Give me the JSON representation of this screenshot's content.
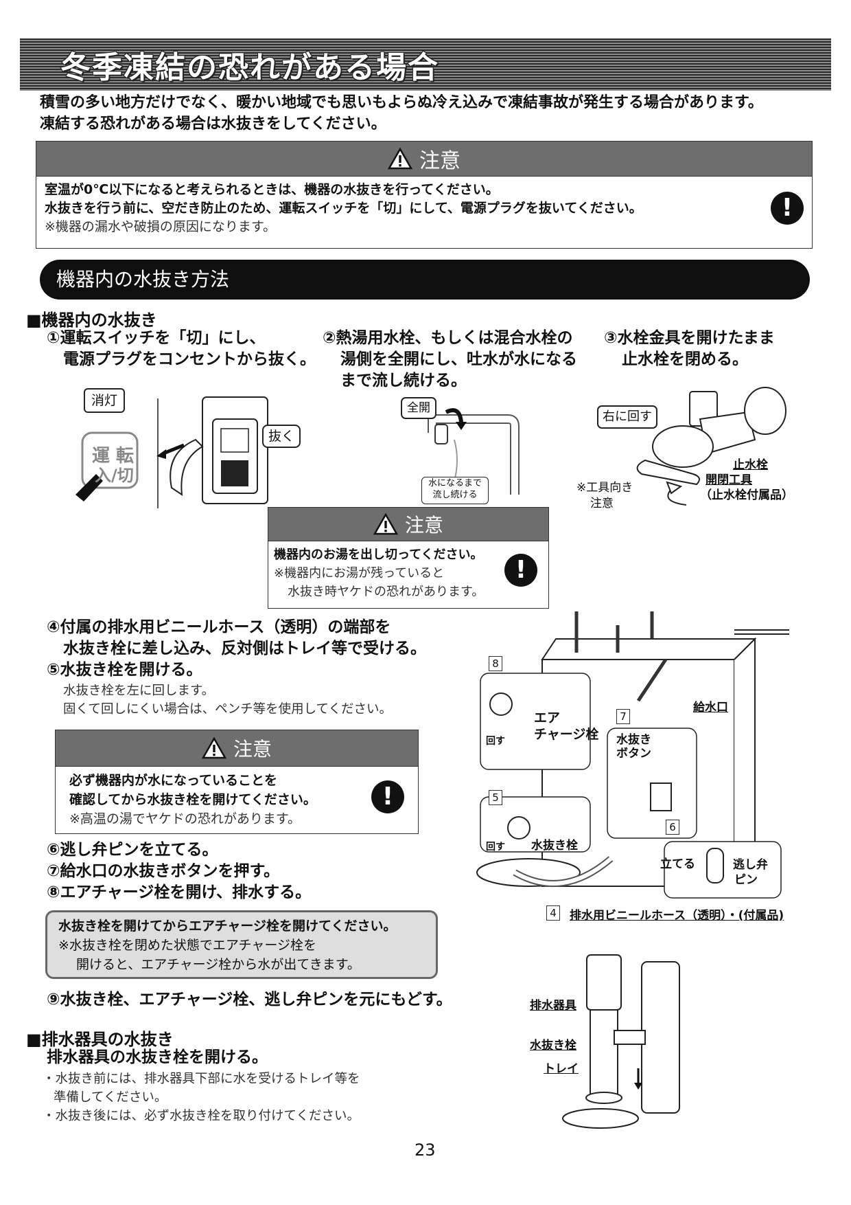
{
  "header": {
    "title": "冬季凍結の恐れがある場合"
  },
  "intro": {
    "line1": "積雪の多い地方だけでなく、暖かい地域でも思いもよらぬ冷え込みで凍結事故が発生する場合があります。",
    "line2": "凍結する恐れがある場合は水抜きをしてください。"
  },
  "caution_main": {
    "heading": "注意",
    "line1": "室温が0℃以下になると考えられるときは、機器の水抜きを行ってください。",
    "line2": "水抜きを行う前に、空だき防止のため、運転スイッチを「切」にして、電源プラグを抜いてください。",
    "line3": "※機器の漏水や破損の原因になります。"
  },
  "section": {
    "title": "機器内の水抜き方法"
  },
  "device_drain": {
    "heading": "■機器内の水抜き",
    "step1_l1": "①運転スイッチを「切」にし、",
    "step1_l2": "電源プラグをコンセントから抜く。",
    "step2_l1": "②熱湯用水栓、もしくは混合水栓の",
    "step2_l2": "湯側を全開にし、吐水が水になる",
    "step2_l3": "まで流し続ける。",
    "step3_l1": "③水栓金具を開けたまま",
    "step3_l2": "止水栓を閉める。"
  },
  "fig1": {
    "off_label": "消灯",
    "switch_l1": "運 転",
    "switch_l2": "入/切",
    "unplug_label": "抜く"
  },
  "fig2": {
    "open_label": "全開",
    "note_l1": "水になるまで",
    "note_l2": "流し続ける"
  },
  "fig3": {
    "turn_right": "右に回す",
    "tool_note_l1": "※工具向き",
    "tool_note_l2": "注意",
    "stopcock": "止水栓",
    "tool_l1": "開閉工具",
    "tool_l2": "（止水栓付属品）"
  },
  "caution2": {
    "heading": "注意",
    "line1": "機器内のお湯を出し切ってください。",
    "line2": "※機器内にお湯が残っていると",
    "line3": "水抜き時ヤケドの恐れがあります。"
  },
  "steps_mid": {
    "step4_l1": "④付属の排水用ビニールホース（透明）の端部を",
    "step4_l2": "水抜き栓に差し込み、反対側はトレイ等で受ける。",
    "step5": "⑤水抜き栓を開ける。",
    "step5_sub1": "水抜き栓を左に回します。",
    "step5_sub2": "固くて回しにくい場合は、ペンチ等を使用してください。"
  },
  "caution3": {
    "heading": "注意",
    "line1": "必ず機器内が水になっていることを",
    "line2": "確認してから水抜き栓を開けてください。",
    "line3": "※高温の湯でヤケドの恐れがあります。"
  },
  "steps_late": {
    "step6": "⑥逃し弁ピンを立てる。",
    "step7": "⑦給水口の水抜きボタンを押す。",
    "step8": "⑧エアチャージ栓を開け、排水する。",
    "step9": "⑨水抜き栓、エアチャージ栓、逃し弁ピンを元にもどす。"
  },
  "note_box": {
    "line1": "水抜き栓を開けてからエアチャージ栓を開けてください。",
    "line2": "※水抜き栓を閉めた状態でエアチャージ栓を",
    "line3": "開けると、エアチャージ栓から水が出てきます。"
  },
  "unit_fig": {
    "n8": "8",
    "n7": "7",
    "n5": "5",
    "n6": "6",
    "n4": "4",
    "air_l1": "エア",
    "air_l2": "チャージ栓",
    "turn1": "回す",
    "supply": "給水口",
    "button_l1": "水抜き",
    "button_l2": "ボタン",
    "turn2": "回す",
    "drain_plug": "水抜き栓",
    "stand": "立てる",
    "relief_l1": "逃し弁",
    "relief_l2": "ピン",
    "hose": "排水用ビニールホース（透明）・(付属品)"
  },
  "fixture_drain": {
    "heading": "■排水器具の水抜き",
    "step": "排水器具の水抜き栓を開ける。",
    "note1": "・水抜き前には、排水器具下部に水を受けるトレイ等を",
    "note1b": "準備してください。",
    "note2": "・水抜き後には、必ず水抜き栓を取り付けてください。",
    "fig_fixture": "排水器具",
    "fig_plug": "水抜き栓",
    "fig_tray": "トレイ"
  },
  "page": {
    "number": "23"
  }
}
